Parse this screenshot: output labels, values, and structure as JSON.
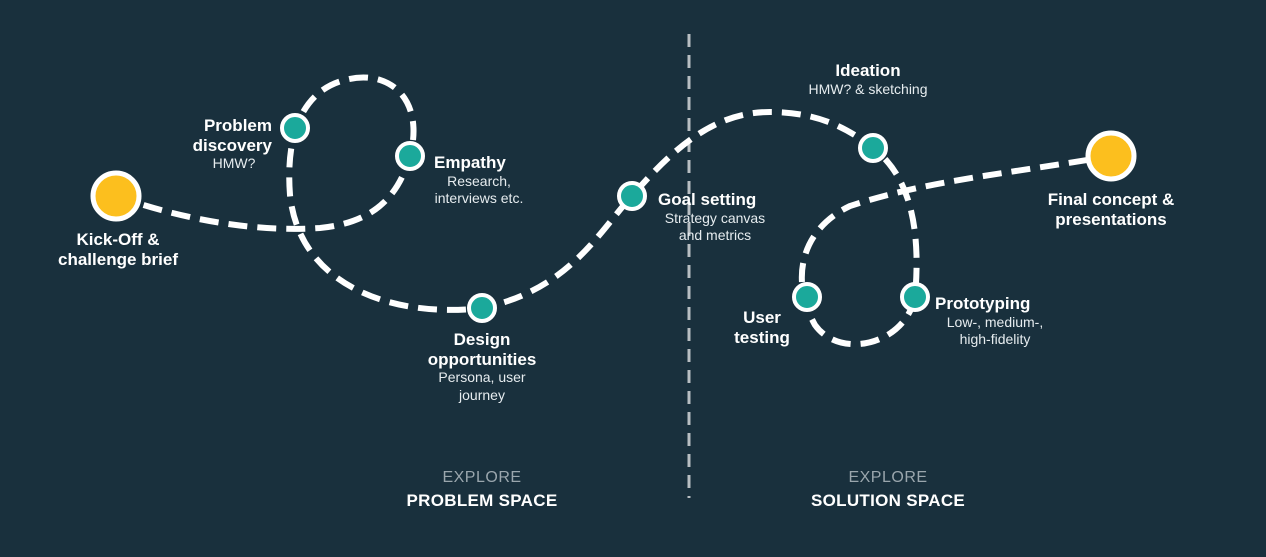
{
  "steps": {
    "kickoff": {
      "title": "Kick-Off & challenge brief",
      "subtitle": ""
    },
    "discovery": {
      "title": "Problem discovery",
      "subtitle": "HMW?"
    },
    "empathy": {
      "title": "Empathy",
      "subtitle": "Research, interviews etc."
    },
    "opportunities": {
      "title": "Design opportunities",
      "subtitle": "Persona, user journey"
    },
    "goals": {
      "title": "Goal setting",
      "subtitle": "Strategy canvas and metrics"
    },
    "ideation": {
      "title": "Ideation",
      "subtitle": "HMW? & sketching"
    },
    "testing": {
      "title": "User testing",
      "subtitle": ""
    },
    "prototyping": {
      "title": "Prototyping",
      "subtitle": "Low-, medium-, high-fidelity"
    },
    "final": {
      "title": "Final concept & presentations",
      "subtitle": ""
    }
  },
  "zones": {
    "problem": {
      "top": "EXPLORE",
      "bottom": "PROBLEM SPACE"
    },
    "solution": {
      "top": "EXPLORE",
      "bottom": "SOLUTION SPACE"
    }
  },
  "colors": {
    "background": "#19303d",
    "path": "#ffffff",
    "milestone": "#fcbf1e",
    "step": "#1ba99b",
    "divider": "#b8bec2"
  }
}
